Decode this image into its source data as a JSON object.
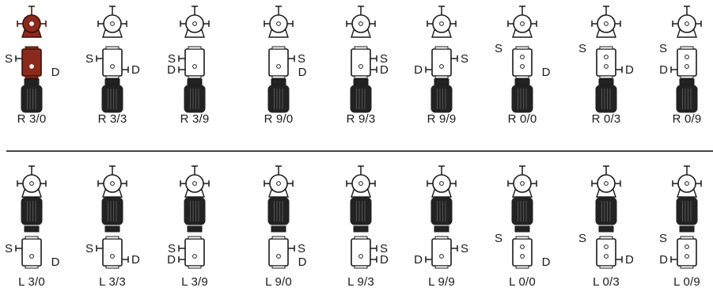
{
  "rows": [
    {
      "name": "top-row",
      "items": [
        {
          "label": "R 3/0",
          "highlight": true,
          "suction": "S",
          "discharge": "D"
        },
        {
          "label": "R 3/3",
          "highlight": false,
          "suction": "S",
          "discharge": "D"
        },
        {
          "label": "R 3/9",
          "highlight": false,
          "suction": "S",
          "discharge": "D"
        },
        {
          "label": "R 9/0",
          "highlight": false,
          "suction": "S",
          "discharge": "D"
        },
        {
          "label": "R 9/3",
          "highlight": false,
          "suction": "S",
          "discharge": "D"
        },
        {
          "label": "R 9/9",
          "highlight": false,
          "suction": "S",
          "discharge": "D"
        },
        {
          "label": "R 0/0",
          "highlight": false,
          "suction": "S",
          "discharge": "D"
        },
        {
          "label": "R 0/3",
          "highlight": false,
          "suction": "S",
          "discharge": "D"
        },
        {
          "label": "R 0/9",
          "highlight": false,
          "suction": "S",
          "discharge": "D"
        }
      ]
    },
    {
      "name": "bottom-row",
      "items": [
        {
          "label": "L 3/0",
          "highlight": false,
          "suction": "S",
          "discharge": "D"
        },
        {
          "label": "L 3/3",
          "highlight": false,
          "suction": "S",
          "discharge": "D"
        },
        {
          "label": "L 3/9",
          "highlight": false,
          "suction": "S",
          "discharge": "D"
        },
        {
          "label": "L 9/0",
          "highlight": false,
          "suction": "S",
          "discharge": "D"
        },
        {
          "label": "L 9/3",
          "highlight": false,
          "suction": "S",
          "discharge": "D"
        },
        {
          "label": "L 9/9",
          "highlight": false,
          "suction": "S",
          "discharge": "D"
        },
        {
          "label": "L 0/0",
          "highlight": false,
          "suction": "S",
          "discharge": "D"
        },
        {
          "label": "L 0/3",
          "highlight": false,
          "suction": "S",
          "discharge": "D"
        },
        {
          "label": "L 0/9",
          "highlight": false,
          "suction": "S",
          "discharge": "D"
        }
      ]
    }
  ],
  "colors": {
    "ink": "#1a1a1a",
    "motor": "#222222",
    "highlight_fill": "#8b2a1c",
    "divider": "#444444"
  },
  "icons": [
    "flywheel-icon",
    "gear-housing-icon",
    "coupling-icon",
    "motor-icon"
  ]
}
